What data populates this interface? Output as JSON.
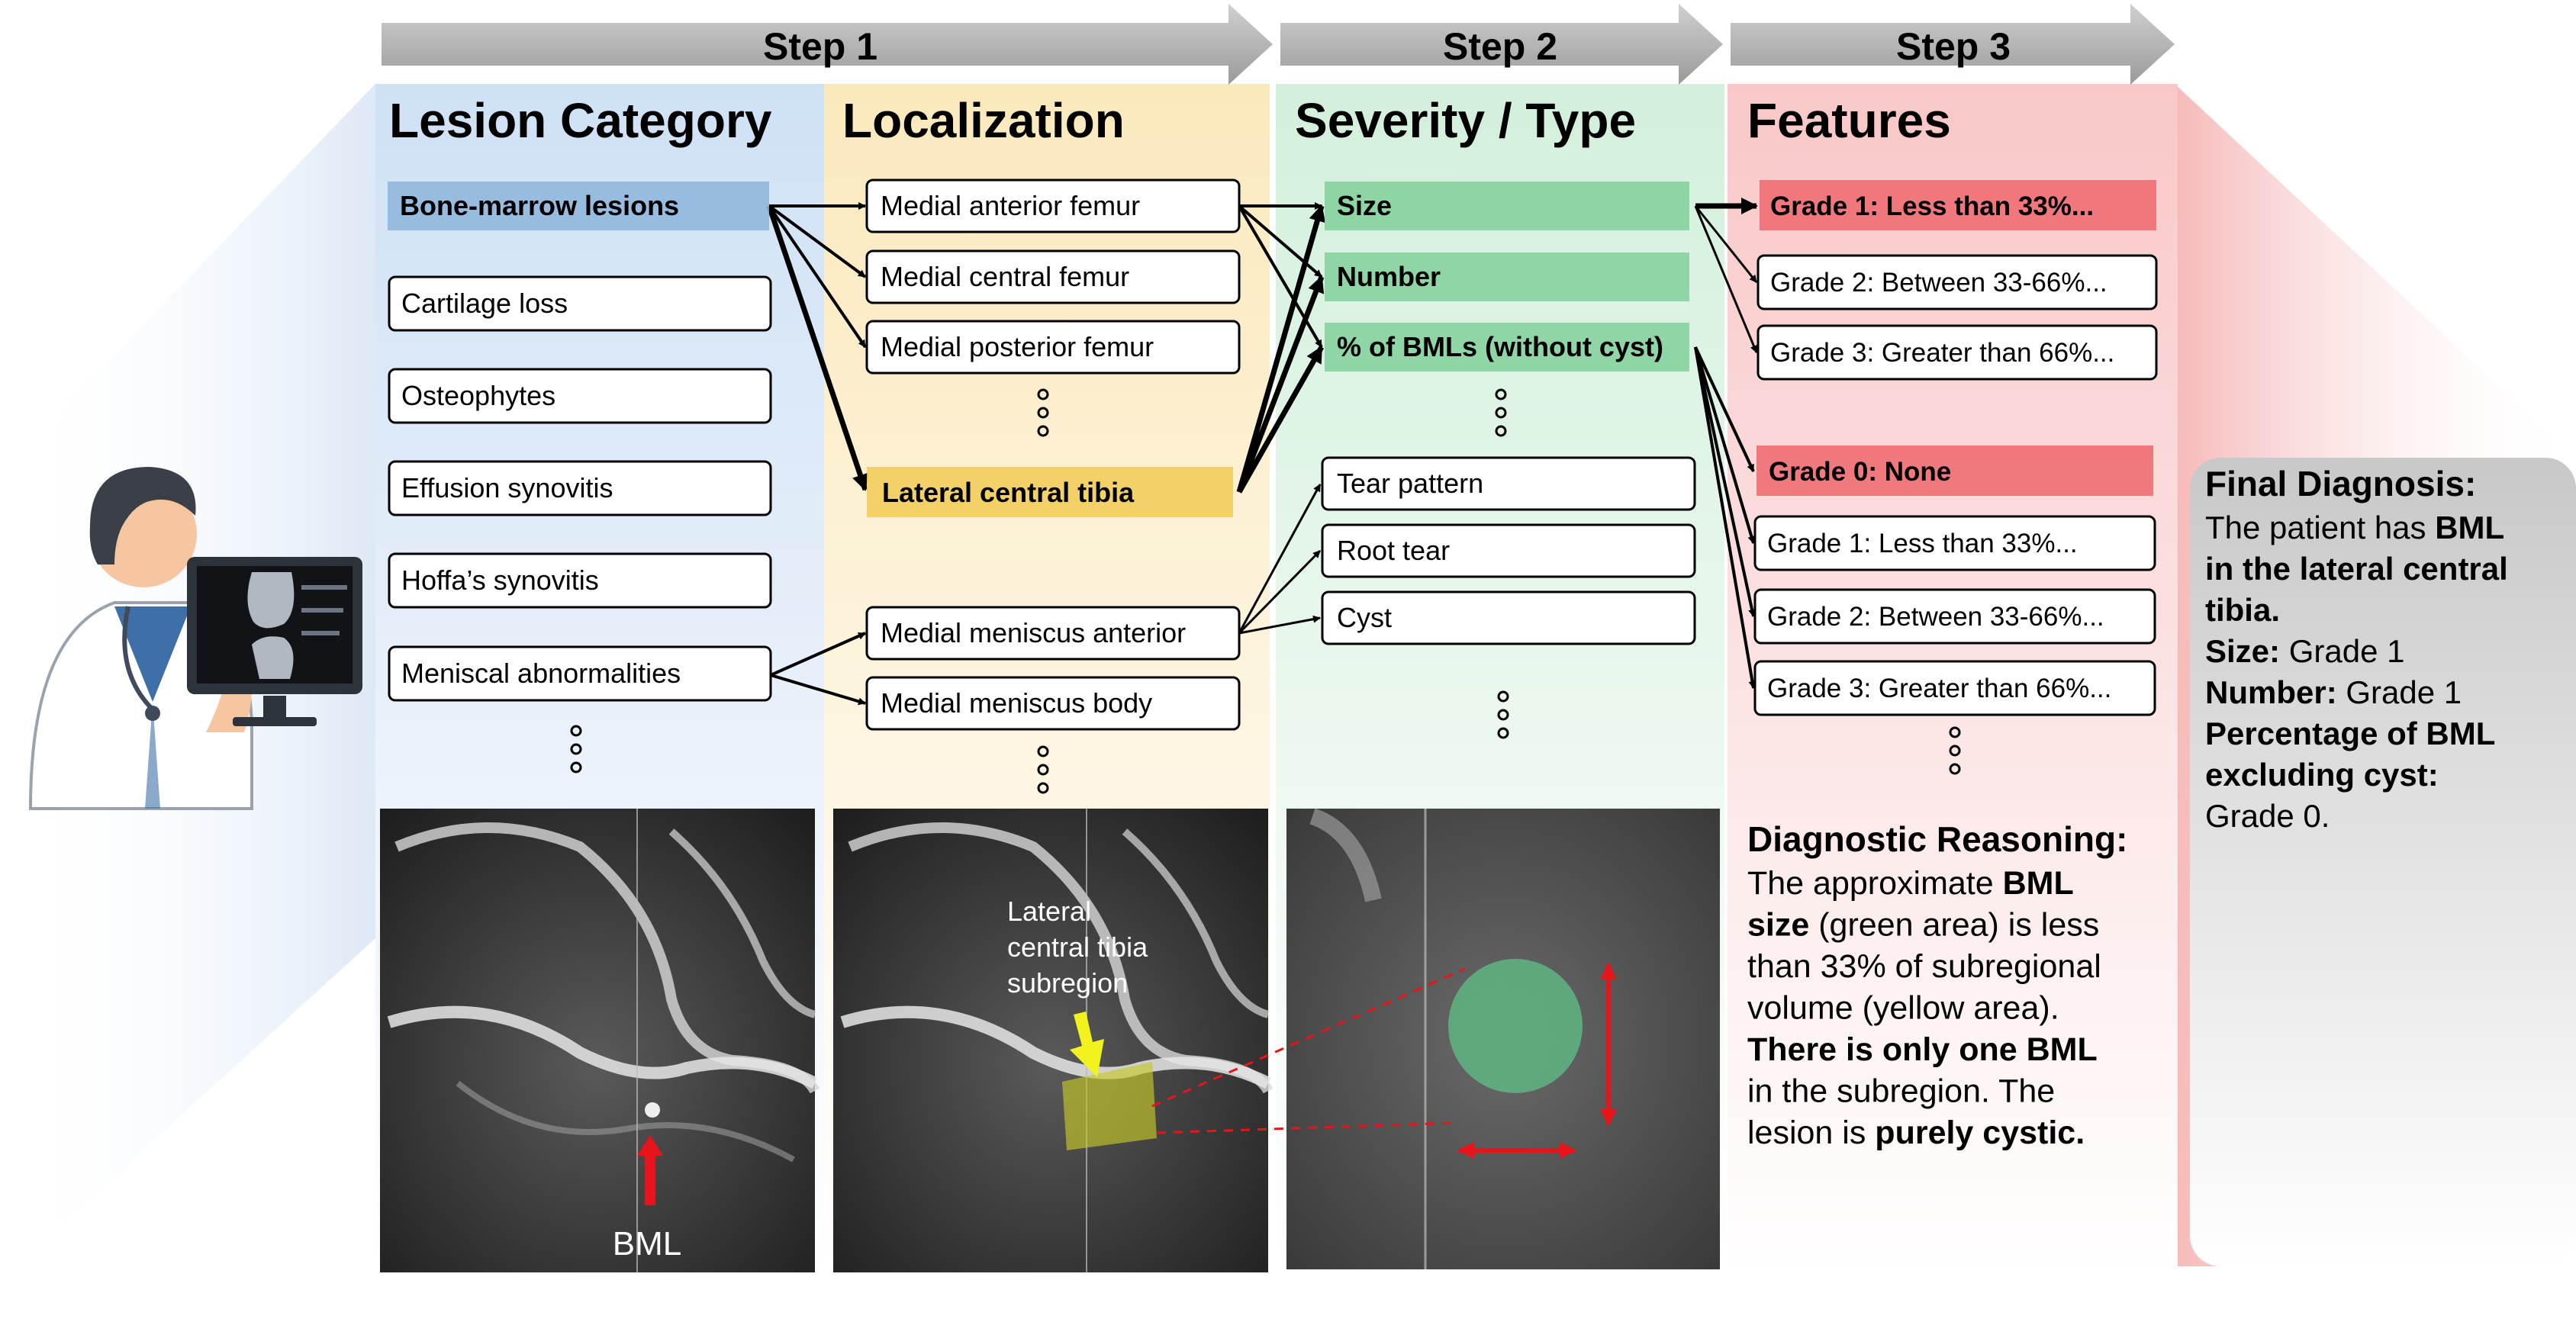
{
  "steps": [
    "Step 1",
    "Step 2",
    "Step 3"
  ],
  "columns": {
    "lesion_category": {
      "title": "Lesion Category",
      "selected": "Bone-marrow lesions",
      "items": [
        "Cartilage loss",
        "Osteophytes",
        "Effusion synovitis",
        "Hoffa’s synovitis",
        "Meniscal abnormalities"
      ]
    },
    "localization": {
      "title": "Localization",
      "items_top": [
        "Medial anterior femur",
        "Medial central femur",
        "Medial posterior femur"
      ],
      "selected": "Lateral central tibia",
      "items_bottom": [
        "Medial meniscus anterior",
        "Medial meniscus body"
      ]
    },
    "severity": {
      "title": "Severity / Type",
      "bml_items": [
        "Size",
        "Number",
        "% of BMLs (without cyst)"
      ],
      "meniscus_items": [
        "Tear pattern",
        "Root tear",
        "Cyst"
      ]
    },
    "features": {
      "title": "Features",
      "group1_selected": "Grade 1: Less than 33%...",
      "group1_items": [
        "Grade 2: Between 33-66%...",
        "Grade 3: Greater than 66%..."
      ],
      "group2_selected": "Grade 0: None",
      "group2_items": [
        "Grade 1: Less than 33%...",
        "Grade 2: Between 33-66%...",
        "Grade 3: Greater than 66%..."
      ]
    }
  },
  "image_labels": {
    "bml": "BML",
    "subregion": [
      "Lateral",
      "central tibia",
      "subregion"
    ]
  },
  "reasoning": {
    "heading": "Diagnostic Reasoning:",
    "lines": [
      [
        {
          "t": "The approximate ",
          "b": false
        },
        {
          "t": "BML",
          "b": true
        }
      ],
      [
        {
          "t": "size",
          "b": true
        },
        {
          "t": " (green area) is less",
          "b": false
        }
      ],
      [
        {
          "t": "than 33% of subregional",
          "b": false
        }
      ],
      [
        {
          "t": "volume (yellow area).",
          "b": false
        }
      ],
      [
        {
          "t": "There is only one BML",
          "b": true
        }
      ],
      [
        {
          "t": "in the subregion. The",
          "b": false
        }
      ],
      [
        {
          "t": "lesion is ",
          "b": false
        },
        {
          "t": "purely cystic.",
          "b": true
        }
      ]
    ]
  },
  "final": {
    "heading": "Final Diagnosis:",
    "lines": [
      [
        {
          "t": "The patient has ",
          "b": false
        },
        {
          "t": "BML",
          "b": true
        }
      ],
      [
        {
          "t": "in the lateral central",
          "b": true
        }
      ],
      [
        {
          "t": "tibia.",
          "b": true
        }
      ],
      [
        {
          "t": "Size:",
          "b": true
        },
        {
          "t": " Grade 1",
          "b": false
        }
      ],
      [
        {
          "t": "Number:",
          "b": true
        },
        {
          "t": " Grade 1",
          "b": false
        }
      ],
      [
        {
          "t": "Percentage of BML",
          "b": true
        }
      ],
      [
        {
          "t": "excluding cyst:",
          "b": true
        }
      ],
      [
        {
          "t": "Grade 0.",
          "b": false
        }
      ]
    ]
  },
  "colors": {
    "step_arrow": "#a6a6a6",
    "blue_highlight": "#8db4dc",
    "yellow_highlight": "#f2cc5c",
    "green_highlight": "#86d19e",
    "red_highlight": "#ee6e72",
    "bml_arrow": "#e8141a",
    "subregion_arrow": "#f2f21e",
    "measure_arrow": "#e8141a"
  },
  "icons": [
    "doctor-icon",
    "monitor-icon",
    "knee-xray-icon"
  ]
}
